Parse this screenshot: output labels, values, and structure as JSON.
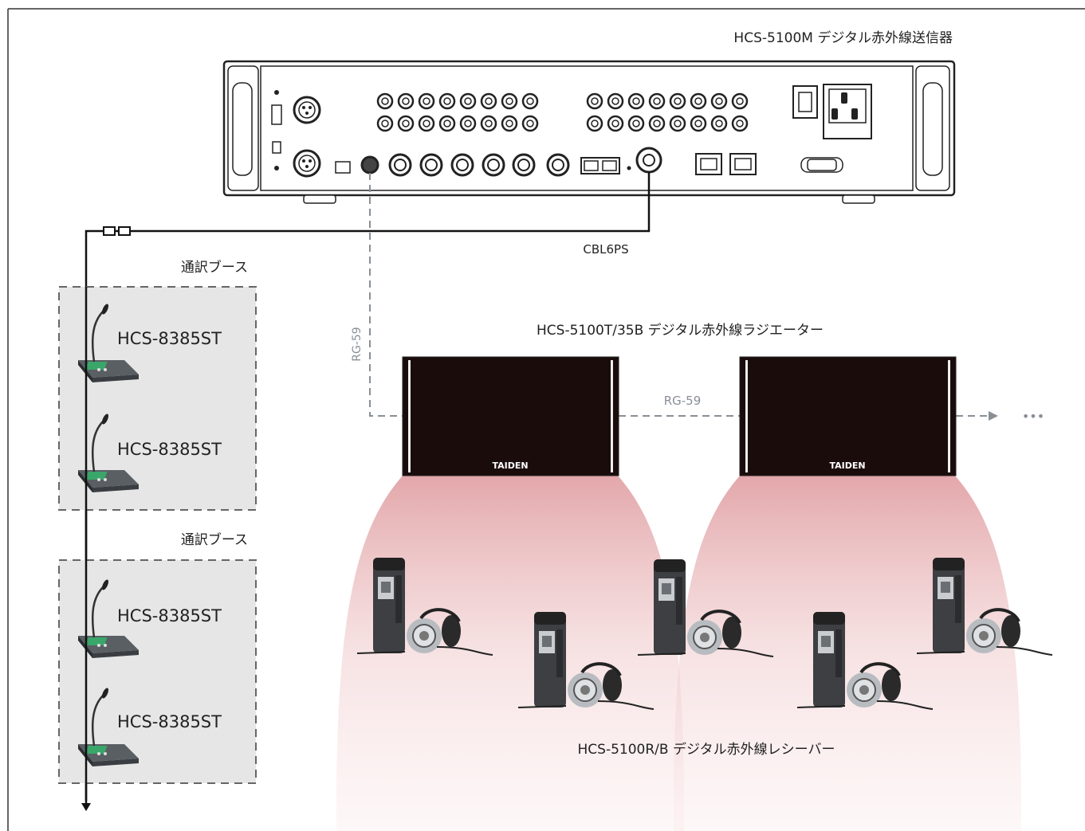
{
  "transmitter": {
    "label": "HCS-5100M デジタル赤外線送信器"
  },
  "cable_main": {
    "label": "CBL6PS"
  },
  "rg59_vertical": {
    "label": "RG-59"
  },
  "rg59_between": {
    "label": "RG-59"
  },
  "continuation": {
    "label": "•••"
  },
  "radiator_group": {
    "label": "HCS-5100T/35B デジタル赤外線ラジエーター"
  },
  "radiators": [
    {
      "brand": "TAIDEN"
    },
    {
      "brand": "TAIDEN"
    }
  ],
  "booths": [
    {
      "title": "通訳ブース",
      "units": [
        {
          "model": "HCS-8385ST"
        },
        {
          "model": "HCS-8385ST"
        }
      ]
    },
    {
      "title": "通訳ブース",
      "units": [
        {
          "model": "HCS-8385ST"
        },
        {
          "model": "HCS-8385ST"
        }
      ]
    }
  ],
  "receiver_group": {
    "label": "HCS-5100R/B デジタル赤外線レシーバー"
  },
  "colors": {
    "frame": "#1a1a1a",
    "dashed_cable": "#8a8f96",
    "booth_fill": "#e6e6e6",
    "booth_border": "#666666",
    "radiator": "#1b0c0c",
    "ir_beam": "#d98a8e"
  }
}
